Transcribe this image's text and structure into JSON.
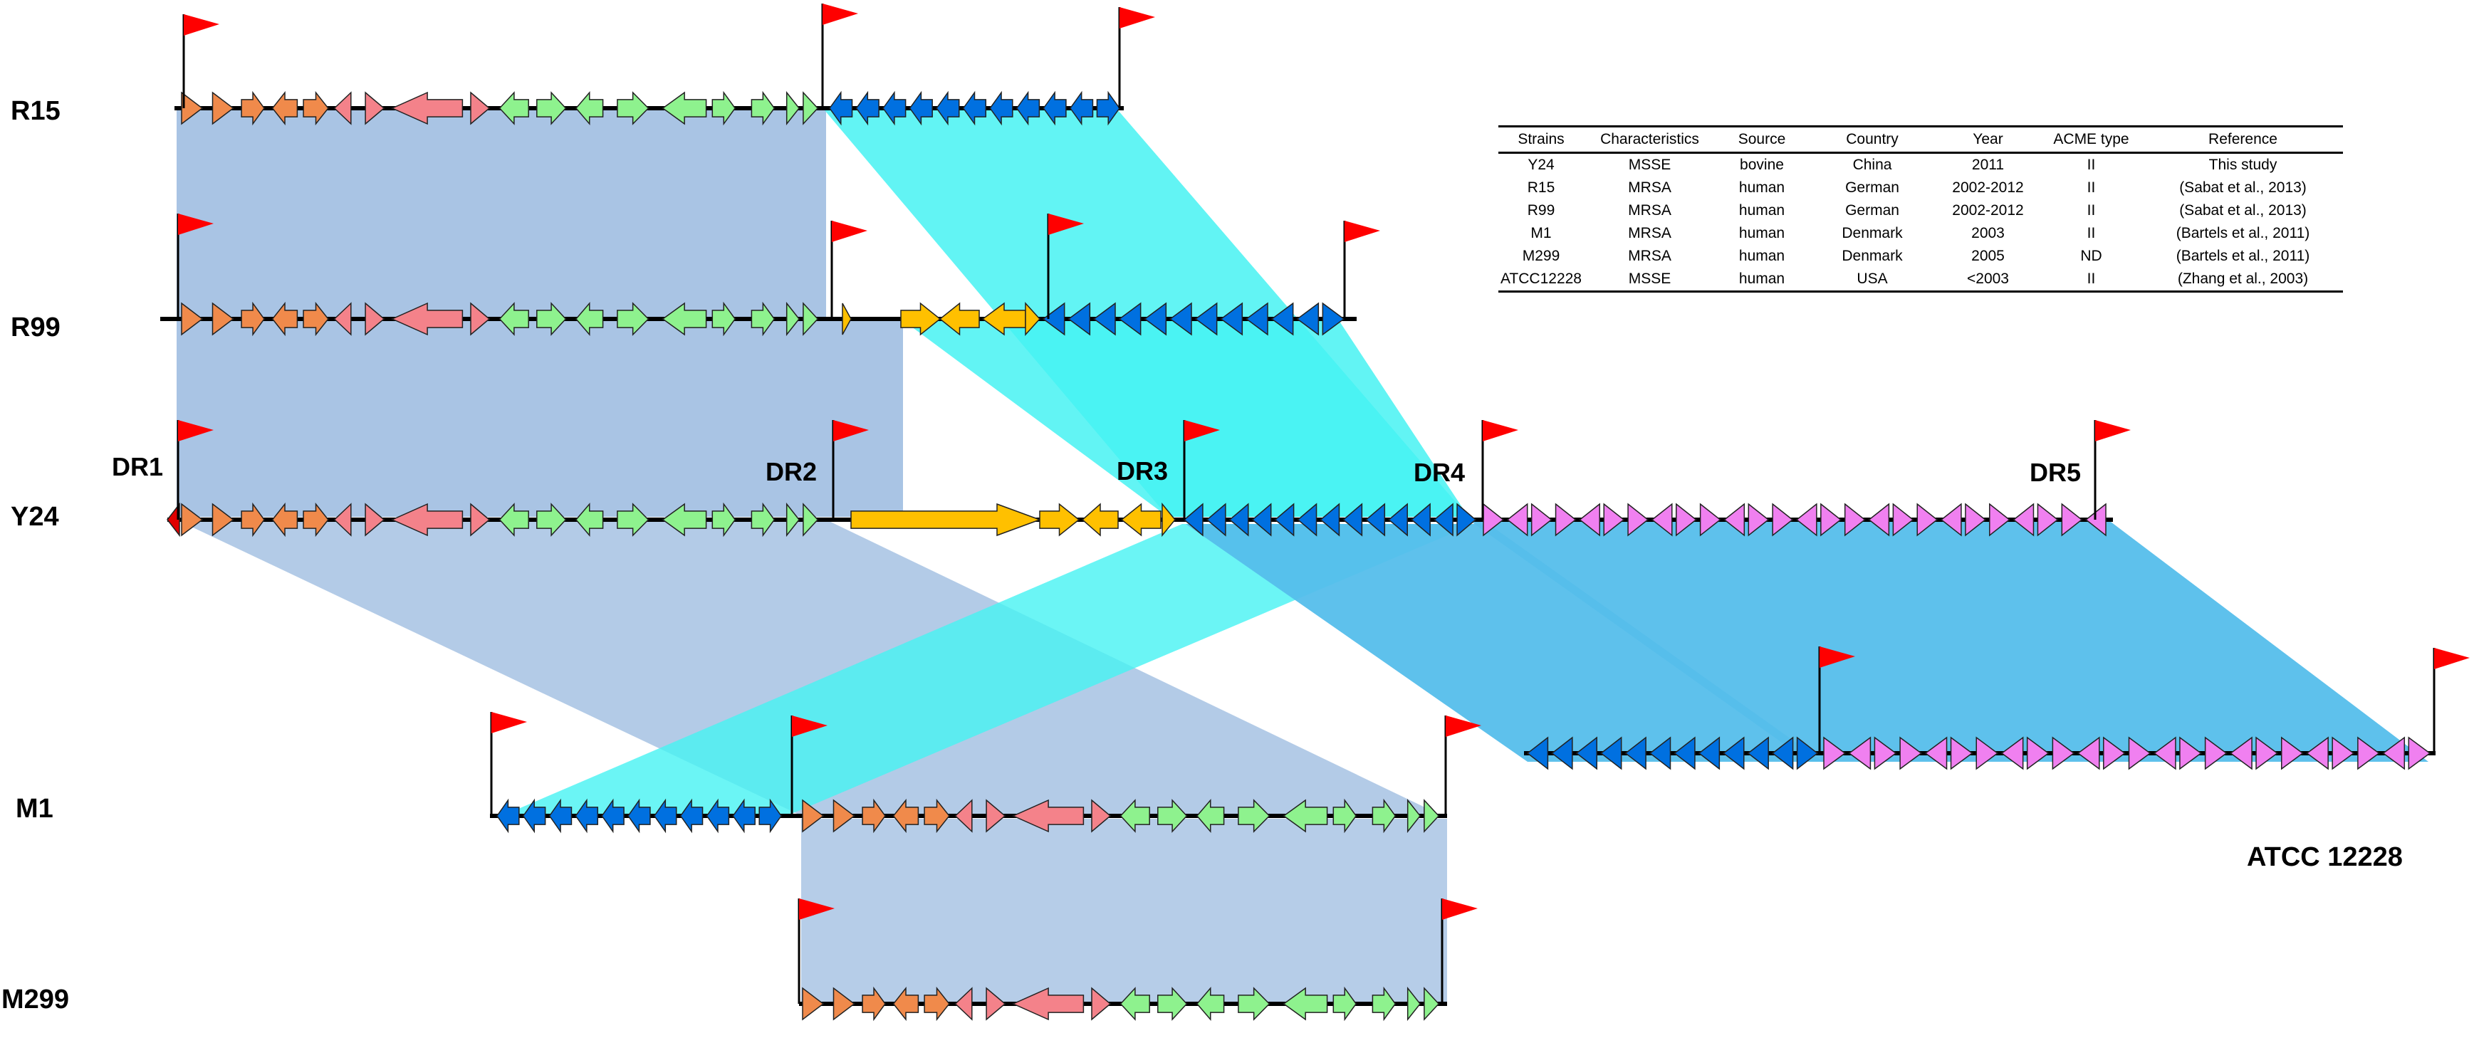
{
  "strains": [
    {
      "id": "R15",
      "label": "R15"
    },
    {
      "id": "R99",
      "label": "R99"
    },
    {
      "id": "Y24",
      "label": "Y24"
    },
    {
      "id": "M1",
      "label": "M1"
    },
    {
      "id": "M299",
      "label": "M299"
    },
    {
      "id": "ATCC12228",
      "label": "ATCC 12228"
    }
  ],
  "direct_repeats": [
    "DR1",
    "DR2",
    "DR3",
    "DR4",
    "DR5"
  ],
  "colors": {
    "orange_genes": "#F08A4B",
    "pink_genes": "#F4828A",
    "green_genes": "#8EF28E",
    "yellow_genes": "#FFC000",
    "blue_genes": "#0070E0",
    "magenta_genes": "#F080F0",
    "flag": "#FF0000",
    "homology_grey_blue": "#A9C4E4",
    "homology_cyan": "#46F2F2",
    "homology_sky": "#55BEEB",
    "backbone": "#000000"
  },
  "table": {
    "headers": [
      "Strains",
      "Characteristics",
      "Source",
      "Country",
      "Year",
      "ACME type",
      "Reference"
    ],
    "rows": [
      [
        "Y24",
        "MSSE",
        "bovine",
        "China",
        "2011",
        "II",
        "This study"
      ],
      [
        "R15",
        "MRSA",
        "human",
        "German",
        "2002-2012",
        "II",
        "(Sabat et al., 2013)"
      ],
      [
        "R99",
        "MRSA",
        "human",
        "German",
        "2002-2012",
        "II",
        "(Sabat et al., 2013)"
      ],
      [
        "M1",
        "MRSA",
        "human",
        "Denmark",
        "2003",
        "II",
        "(Bartels et al., 2011)"
      ],
      [
        "M299",
        "MRSA",
        "human",
        "Denmark",
        "2005",
        "ND",
        "(Bartels et al., 2011)"
      ],
      [
        "ATCC12228",
        "MSSE",
        "human",
        "USA",
        "<2003",
        "II",
        "(Zhang et al., 2003)"
      ]
    ]
  }
}
